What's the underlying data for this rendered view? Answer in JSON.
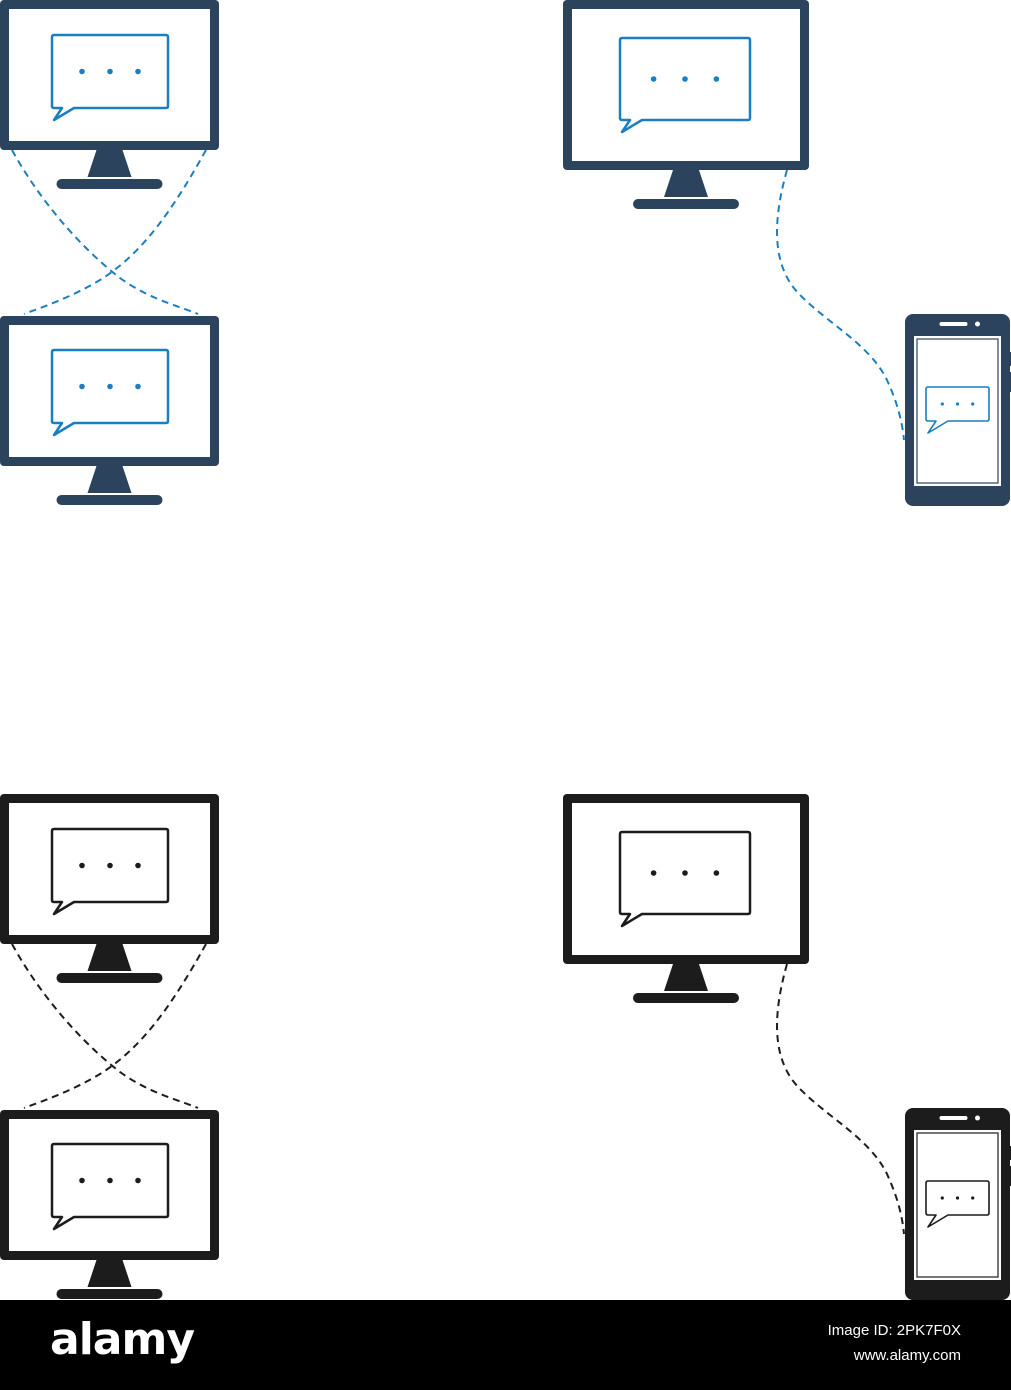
{
  "palette": {
    "frame_colored": "#2c435e",
    "accent_colored": "#1a7fc1",
    "frame_mono": "#1c1c1c",
    "accent_mono": "#1c1c1c",
    "screen": "#ffffff",
    "footer_bg": "#000000",
    "footer_text": "#ffffff"
  },
  "icons": [
    {
      "name": "two-monitors-connected-colored-icon",
      "variant": "colored",
      "type": "monitor-to-monitor"
    },
    {
      "name": "monitor-to-phone-colored-icon",
      "variant": "colored",
      "type": "monitor-to-phone"
    },
    {
      "name": "two-monitors-connected-mono-icon",
      "variant": "mono",
      "type": "monitor-to-monitor"
    },
    {
      "name": "monitor-to-phone-mono-icon",
      "variant": "mono",
      "type": "monitor-to-phone"
    }
  ],
  "footer": {
    "brand": "alamy",
    "image_id": "Image ID: 2PK7F0X",
    "site": "www.alamy.com"
  }
}
